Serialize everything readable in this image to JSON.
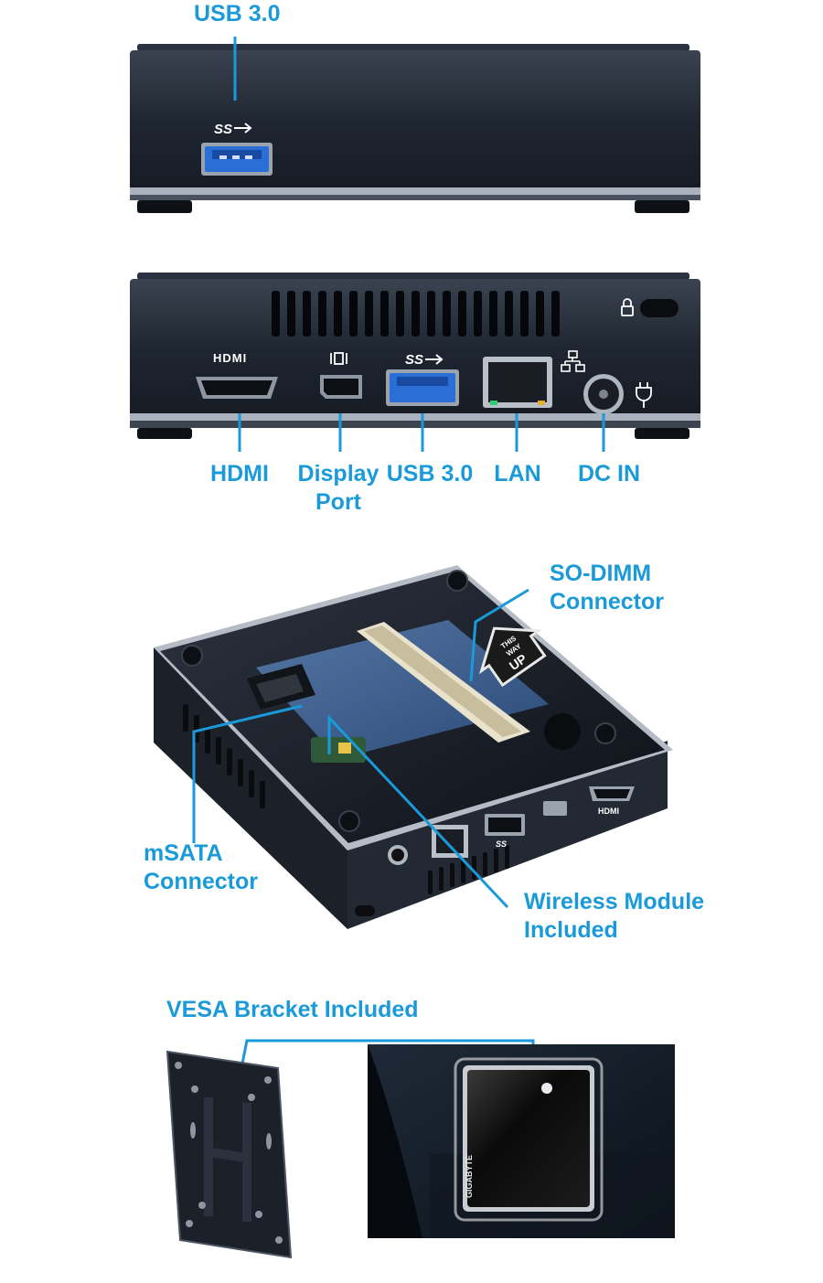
{
  "panel_front": {
    "callout": "USB 3.0",
    "port_mark": "SS"
  },
  "panel_rear": {
    "port_mark_hdmi": "HDMI",
    "port_mark_usb": "SS",
    "callouts": {
      "hdmi": "HDMI",
      "displayport_line1": "Display",
      "displayport_line2": "Port",
      "usb": "USB 3.0",
      "lan": "LAN",
      "dcin": "DC IN"
    }
  },
  "panel_bottom": {
    "sodimm_line1": "SO-DIMM",
    "sodimm_line2": "Connector",
    "msata_line1": "mSATA",
    "msata_line2": "Connector",
    "wireless_line1": "Wireless Module",
    "wireless_line2": "Included",
    "sticker_line1": "THIS",
    "sticker_line2": "WAY",
    "sticker_line3": "UP",
    "port_mark_hdmi": "HDMI",
    "port_mark_usb": "SS"
  },
  "panel_vesa": {
    "callout": "VESA Bracket Included",
    "brand": "GIGABYTE"
  },
  "colors": {
    "callout": "#1a9ad9",
    "chassis": "#1e2530",
    "usb_blue": "#2a6fd6"
  }
}
